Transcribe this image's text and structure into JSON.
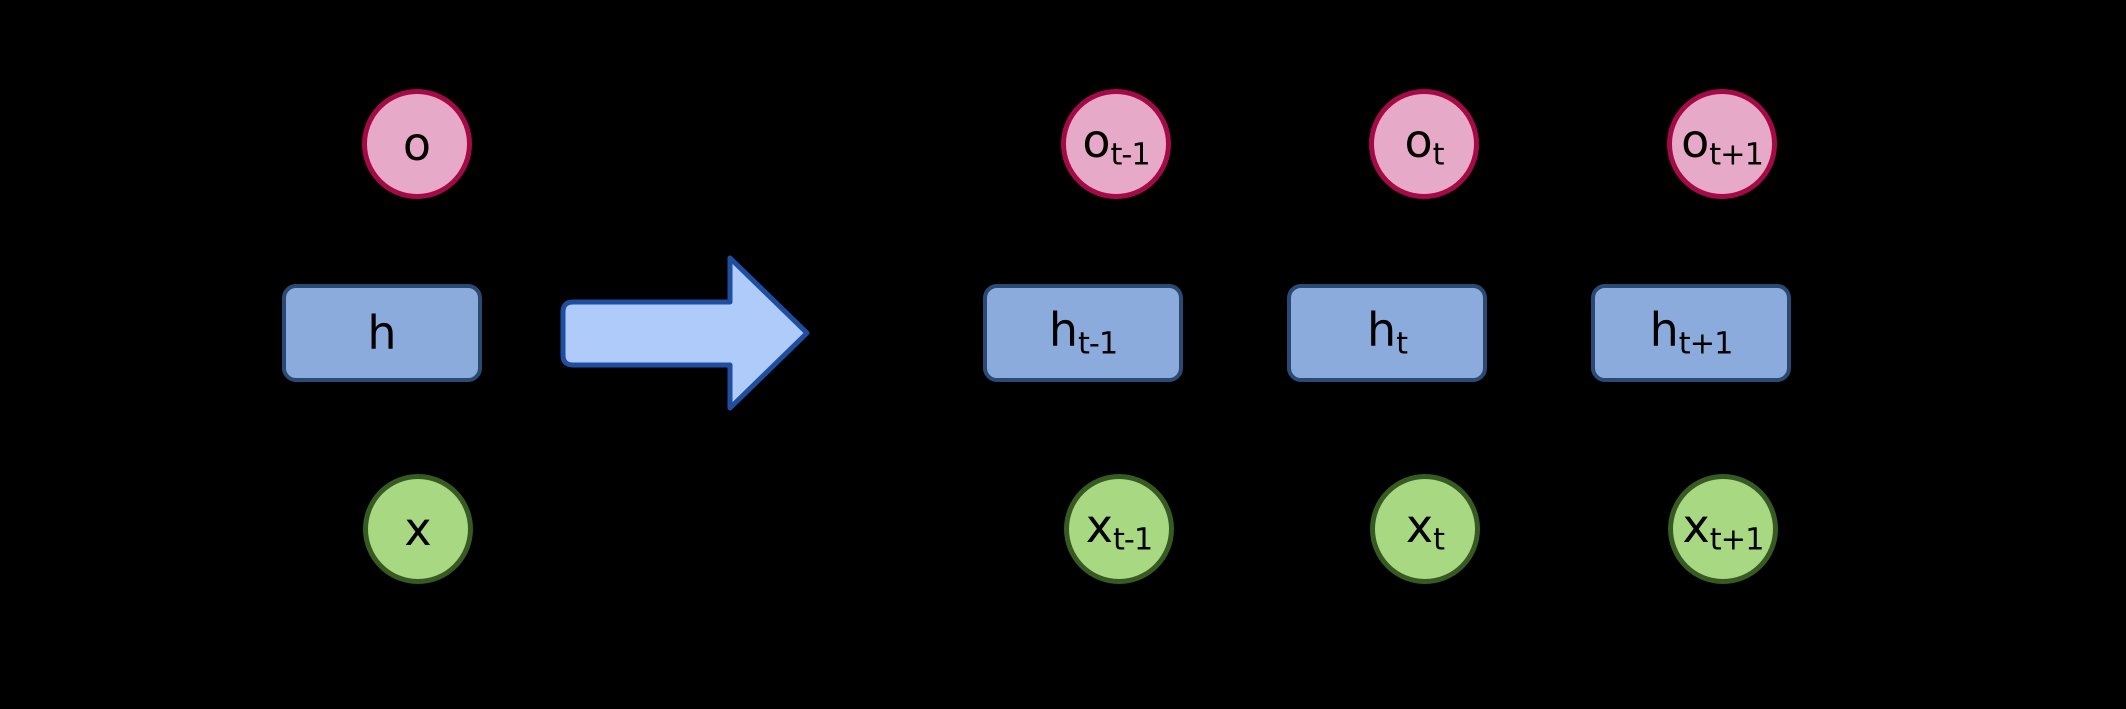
{
  "colors": {
    "background": "#000000",
    "label": "#000000",
    "output_fill": "#e6aac8",
    "output_stroke": "#a50a46",
    "hidden_fill": "#8aabdc",
    "hidden_stroke": "#2a4a73",
    "input_fill": "#a8d882",
    "input_stroke": "#375a23",
    "arrow_fill": "#aecbfa",
    "arrow_stroke": "#1f4ea0"
  },
  "folded": {
    "output_label": "o",
    "hidden_label": "h",
    "input_label": "x"
  },
  "unfolded": [
    {
      "output": {
        "base": "o",
        "sub": "t-1"
      },
      "hidden": {
        "base": "h",
        "sub": "t-1"
      },
      "input": {
        "base": "x",
        "sub": "t-1"
      }
    },
    {
      "output": {
        "base": "o",
        "sub": "t"
      },
      "hidden": {
        "base": "h",
        "sub": "t"
      },
      "input": {
        "base": "x",
        "sub": "t"
      }
    },
    {
      "output": {
        "base": "o",
        "sub": "t+1"
      },
      "hidden": {
        "base": "h",
        "sub": "t+1"
      },
      "input": {
        "base": "x",
        "sub": "t+1"
      }
    }
  ]
}
